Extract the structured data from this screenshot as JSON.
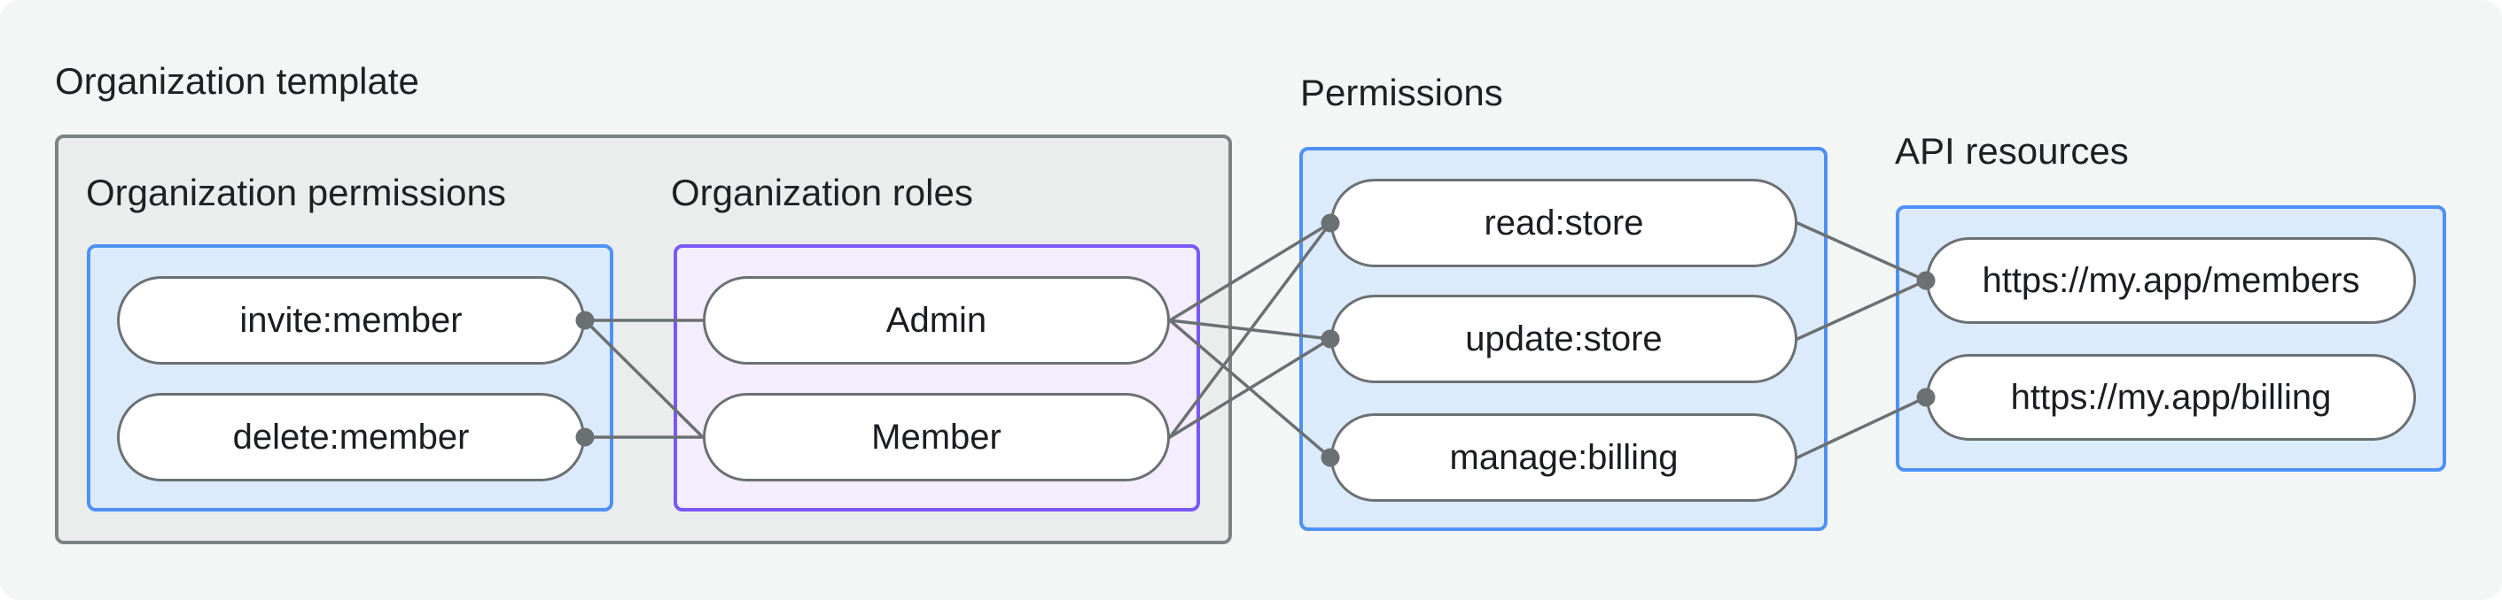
{
  "diagram_title": "Organization template",
  "groups": {
    "organization_template": {
      "label": "Organization template"
    },
    "organization_permissions": {
      "label": "Organization permissions"
    },
    "organization_roles": {
      "label": "Organization roles"
    },
    "permissions": {
      "label": "Permissions"
    },
    "api_resources": {
      "label": "API resources"
    }
  },
  "nodes": {
    "invite_member": {
      "label": "invite:member"
    },
    "delete_member": {
      "label": "delete:member"
    },
    "admin": {
      "label": "Admin"
    },
    "member": {
      "label": "Member"
    },
    "read_store": {
      "label": "read:store"
    },
    "update_store": {
      "label": "update:store"
    },
    "manage_billing": {
      "label": "manage:billing"
    },
    "api_members": {
      "label": "https://my.app/members"
    },
    "api_billing": {
      "label": "https://my.app/billing"
    }
  },
  "edges": [
    {
      "from": "invite:member",
      "to": "Admin"
    },
    {
      "from": "invite:member",
      "to": "Member"
    },
    {
      "from": "delete:member",
      "to": "Member"
    },
    {
      "from": "Admin",
      "to": "read:store"
    },
    {
      "from": "Admin",
      "to": "update:store"
    },
    {
      "from": "Admin",
      "to": "manage:billing"
    },
    {
      "from": "Member",
      "to": "read:store"
    },
    {
      "from": "Member",
      "to": "update:store"
    },
    {
      "from": "read:store",
      "to": "https://my.app/members"
    },
    {
      "from": "update:store",
      "to": "https://my.app/members"
    },
    {
      "from": "manage:billing",
      "to": "https://my.app/billing"
    }
  ],
  "colors": {
    "page_background": "#f4f6f6",
    "template_box_fill": "#ebedec",
    "template_box_border": "#7d8284",
    "blue_box_fill": "#dcebfc",
    "blue_box_border": "#4e91f7",
    "purple_box_fill": "#f4edfd",
    "purple_box_border": "#7a58f8",
    "pill_fill": "#ffffff",
    "pill_border": "#6b7073",
    "edge_line": "#6b7073",
    "text": "#1d2124"
  }
}
